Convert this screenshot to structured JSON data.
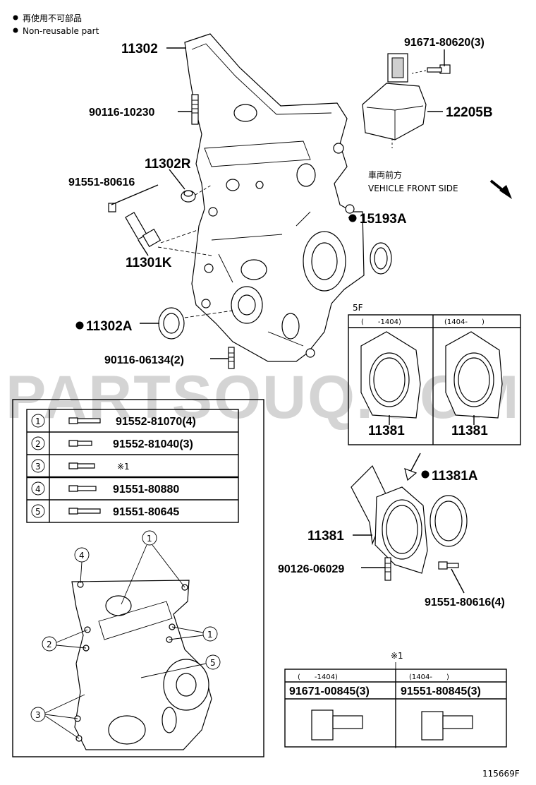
{
  "legend": {
    "jp": "再使用不可部品",
    "en": "Non-reusable part"
  },
  "watermark": "PARTSOUQ.COM",
  "figure_id": "115669F",
  "direction": {
    "jp": "車両前方",
    "en": "VEHICLE FRONT SIDE"
  },
  "part_labels": {
    "p11302": "11302",
    "p90116_10230": "90116-10230",
    "p11302R": "11302R",
    "p91551_80616": "91551-80616",
    "p11301K": "11301K",
    "p11302A": "11302A",
    "p90116_06134": "90116-06134(2)",
    "p91671_80620": "91671-80620(3)",
    "p12205B": "12205B",
    "p15193A": "15193A",
    "p11381A": "11381A",
    "p11381_main": "11381",
    "p90126_06029": "90126-06029",
    "p91551_80616_4": "91551-80616(4)"
  },
  "box_5f": {
    "tag": "5F",
    "col1": "(　　-1404)",
    "col2": "(1404-　　)",
    "label1": "11381",
    "label2": "11381"
  },
  "bolt_table": {
    "rows": [
      {
        "num": "1",
        "part": "91552-81070(4)"
      },
      {
        "num": "2",
        "part": "91552-81040(3)"
      },
      {
        "num": "3",
        "part": "※1"
      },
      {
        "num": "4",
        "part": "91551-80880"
      },
      {
        "num": "5",
        "part": "91551-80645"
      }
    ]
  },
  "callouts": [
    "4",
    "1",
    "2",
    "1",
    "5",
    "3"
  ],
  "note1": {
    "mark": "※1",
    "col1_range": "(　　-1404)",
    "col2_range": "(1404-　　)",
    "col1_part": "91671-00845(3)",
    "col2_part": "91551-80845(3)"
  }
}
